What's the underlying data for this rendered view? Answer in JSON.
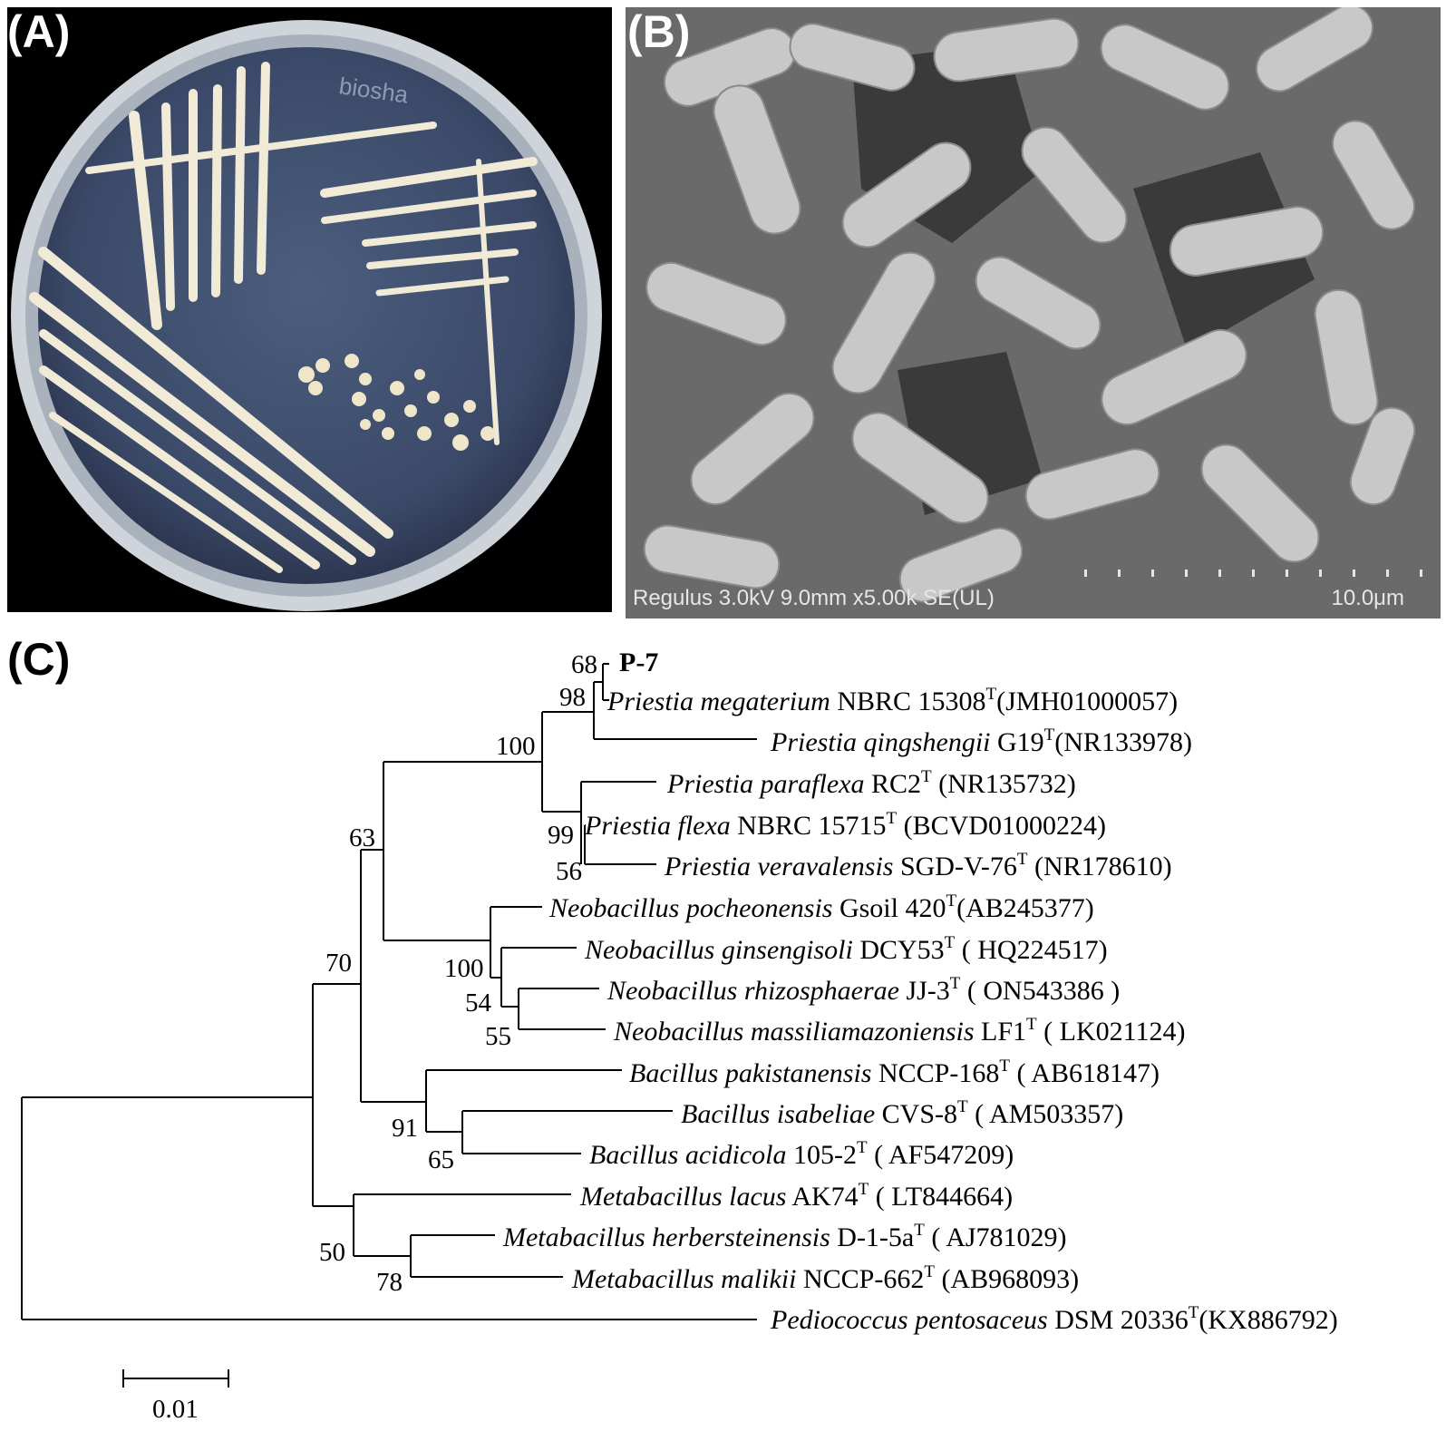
{
  "panels": {
    "a": {
      "label": "(A)",
      "watermark": "biosha"
    },
    "b": {
      "label": "(B)",
      "caption": "Regulus 3.0kV 9.0mm x5.00k SE(UL)",
      "scale_label": "10.0μm"
    },
    "c": {
      "label": "(C)"
    }
  },
  "tree": {
    "leaves": [
      {
        "id": "p7",
        "genus_species": "",
        "bold": "P-7",
        "strain": "",
        "sup": "",
        "accession": ""
      },
      {
        "id": "megaterium",
        "genus_species": "Priestia megaterium",
        "strain": " NBRC 15308",
        "sup": "T",
        "accession": "(JMH01000057)"
      },
      {
        "id": "qingshengii",
        "genus_species": "Priestia qingshengii",
        "strain": " G19",
        "sup": "T",
        "accession": "(NR133978)"
      },
      {
        "id": "paraflexa",
        "genus_species": "Priestia paraflexa",
        "strain": " RC2",
        "sup": "T",
        "accession": " (NR135732)"
      },
      {
        "id": "flexa",
        "genus_species": "Priestia flexa",
        "strain": " NBRC 15715",
        "sup": "T",
        "accession": " (BCVD01000224)"
      },
      {
        "id": "veravalensis",
        "genus_species": "Priestia veravalensis",
        "strain": " SGD-V-76",
        "sup": "T",
        "accession": " (NR178610)"
      },
      {
        "id": "pocheonensis",
        "genus_species": "Neobacillus pocheonensis",
        "strain": " Gsoil 420",
        "sup": "T",
        "accession": "(AB245377)"
      },
      {
        "id": "ginsengisoli",
        "genus_species": "Neobacillus ginsengisoli",
        "strain": " DCY53",
        "sup": "T",
        "accession": " ( HQ224517)"
      },
      {
        "id": "rhizosphaerae",
        "genus_species": "Neobacillus rhizosphaerae",
        "strain": " JJ-3",
        "sup": "T",
        "accession": " ( ON543386 )"
      },
      {
        "id": "massiliamazoniensis",
        "genus_species": "Neobacillus massiliamazoniensis",
        "strain": " LF1",
        "sup": "T",
        "accession": " ( LK021124)"
      },
      {
        "id": "pakistanensis",
        "genus_species": "Bacillus pakistanensis",
        "strain": " NCCP-168",
        "sup": "T",
        "accession": " ( AB618147)"
      },
      {
        "id": "isabeliae",
        "genus_species": "Bacillus isabeliae",
        "strain": " CVS-8",
        "sup": "T",
        "accession": " ( AM503357)"
      },
      {
        "id": "acidicola",
        "genus_species": "Bacillus acidicola",
        "strain": " 105-2",
        "sup": "T",
        "accession": " ( AF547209)"
      },
      {
        "id": "lacus",
        "genus_species": "Metabacillus lacus",
        "strain": " AK74",
        "sup": "T",
        "accession": " ( LT844664)"
      },
      {
        "id": "herbersteinensis",
        "genus_species": "Metabacillus herbersteinensis",
        "strain": " D-1-5a",
        "sup": "T",
        "accession": " ( AJ781029)"
      },
      {
        "id": "malikii",
        "genus_species": "Metabacillus malikii",
        "strain": " NCCP-662",
        "sup": "T",
        "accession": " (AB968093)"
      },
      {
        "id": "pentosaceus",
        "genus_species": "Pediococcus pentosaceus",
        "strain": " DSM 20336",
        "sup": "T",
        "accession": "(KX886792)"
      }
    ],
    "bootstrap": {
      "n68": "68",
      "n98": "98",
      "n100a": "100",
      "n99": "99",
      "n56": "56",
      "n63": "63",
      "n100b": "100",
      "n54": "54",
      "n55": "55",
      "n70": "70",
      "n91": "91",
      "n65": "65",
      "n50": "50",
      "n78": "78"
    },
    "scale_bar": "0.01"
  },
  "colors": {
    "dish_background": "#000000",
    "agar": "#3f4f6e",
    "colony": "#efe8d2",
    "sem_background": "#6f6f6f",
    "cell": "#c4c4c4"
  }
}
